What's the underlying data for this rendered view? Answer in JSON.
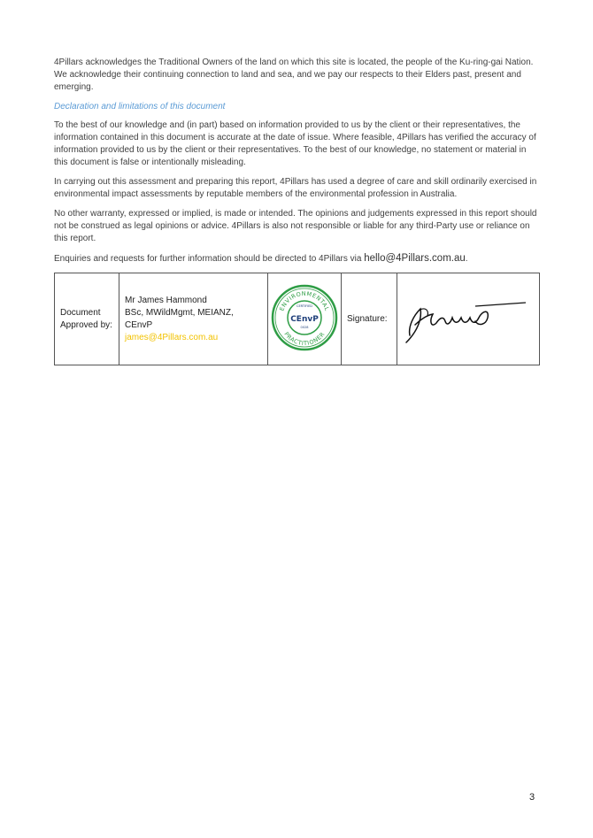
{
  "paragraphs": {
    "acknowledgement": "4Pillars acknowledges the Traditional Owners of the land on which this site is located, the people of the Ku-ring-gai Nation. We acknowledge their continuing connection to land and sea, and we pay our respects to their Elders past, present and emerging.",
    "heading": "Declaration and limitations of this document",
    "declaration": "To the best of our knowledge and (in part) based on information provided to us by the client or their representatives, the information contained in this document is accurate at the date of issue. Where feasible, 4Pillars has verified the accuracy of information provided to us by the client or their representatives. To the best of our knowledge, no statement or material in this document is false or intentionally misleading.",
    "care": "In carrying out this assessment and preparing this report, 4Pillars has used a degree of care and skill ordinarily exercised in environmental impact assessments by reputable members of the environmental profession in Australia.",
    "warranty": "No other warranty, expressed or implied, is made or intended. The opinions and judgements expressed in this report should not be construed as legal opinions or advice. 4Pillars is also not responsible or liable for any third-Party use or reliance on this report.",
    "enquiries_prefix": "Enquiries and requests for further information should be directed to 4Pillars via ",
    "enquiries_email": "hello@4Pillars.com.au",
    "enquiries_suffix": "."
  },
  "approval": {
    "label": "Document Approved by:",
    "name": "Mr James Hammond",
    "credentials": "BSc, MWildMgmt, MEIANZ, CEnvP",
    "email": "james@4Pillars.com.au",
    "signature_label": "Signature:",
    "seal": {
      "ring_top": "ENVIRONMENTAL",
      "ring_left": "CERTIFIED",
      "ring_bottom": "PRACTITIONER",
      "center": "CEnvP",
      "number": "0028",
      "green": "#2e9d45",
      "dark_blue": "#1f3f7a"
    }
  },
  "page_number": "3"
}
